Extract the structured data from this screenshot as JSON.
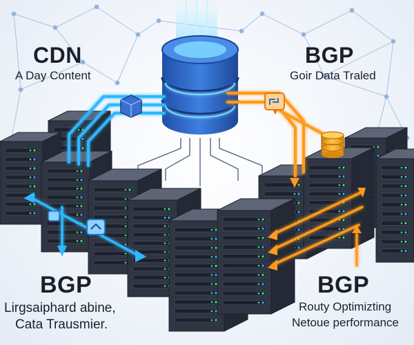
{
  "labels": {
    "top_left": {
      "title": "CDN",
      "subtitle": "A Day Content"
    },
    "top_right": {
      "title": "BGP",
      "subtitle": "Goir Data Traled"
    },
    "bottom_left": {
      "title": "BGP",
      "line1": "Lirgsaiphard abine,",
      "line2": "Cata Trausmier."
    },
    "bottom_right": {
      "title": "BGP",
      "line1": "Routy Optimizting",
      "line2": "Netoue performance"
    }
  },
  "colors": {
    "server_top": "#5d6577",
    "server_front": "#2f3542",
    "server_side": "#242a35",
    "led_green": "#3ce37a",
    "led_blue": "#37a8ff",
    "db_blue": "#2f6fd6",
    "db_glow": "#7fd8ff",
    "cyan_flow": "#2fb8ff",
    "orange_flow": "#ff9a1f",
    "network_line": "#9fb8d8",
    "text": "#1b1f2a"
  },
  "icons": [
    "database-icon",
    "server-rack-icon",
    "data-packet-icon",
    "router-icon",
    "coin-stack-icon",
    "arrow-icon"
  ]
}
